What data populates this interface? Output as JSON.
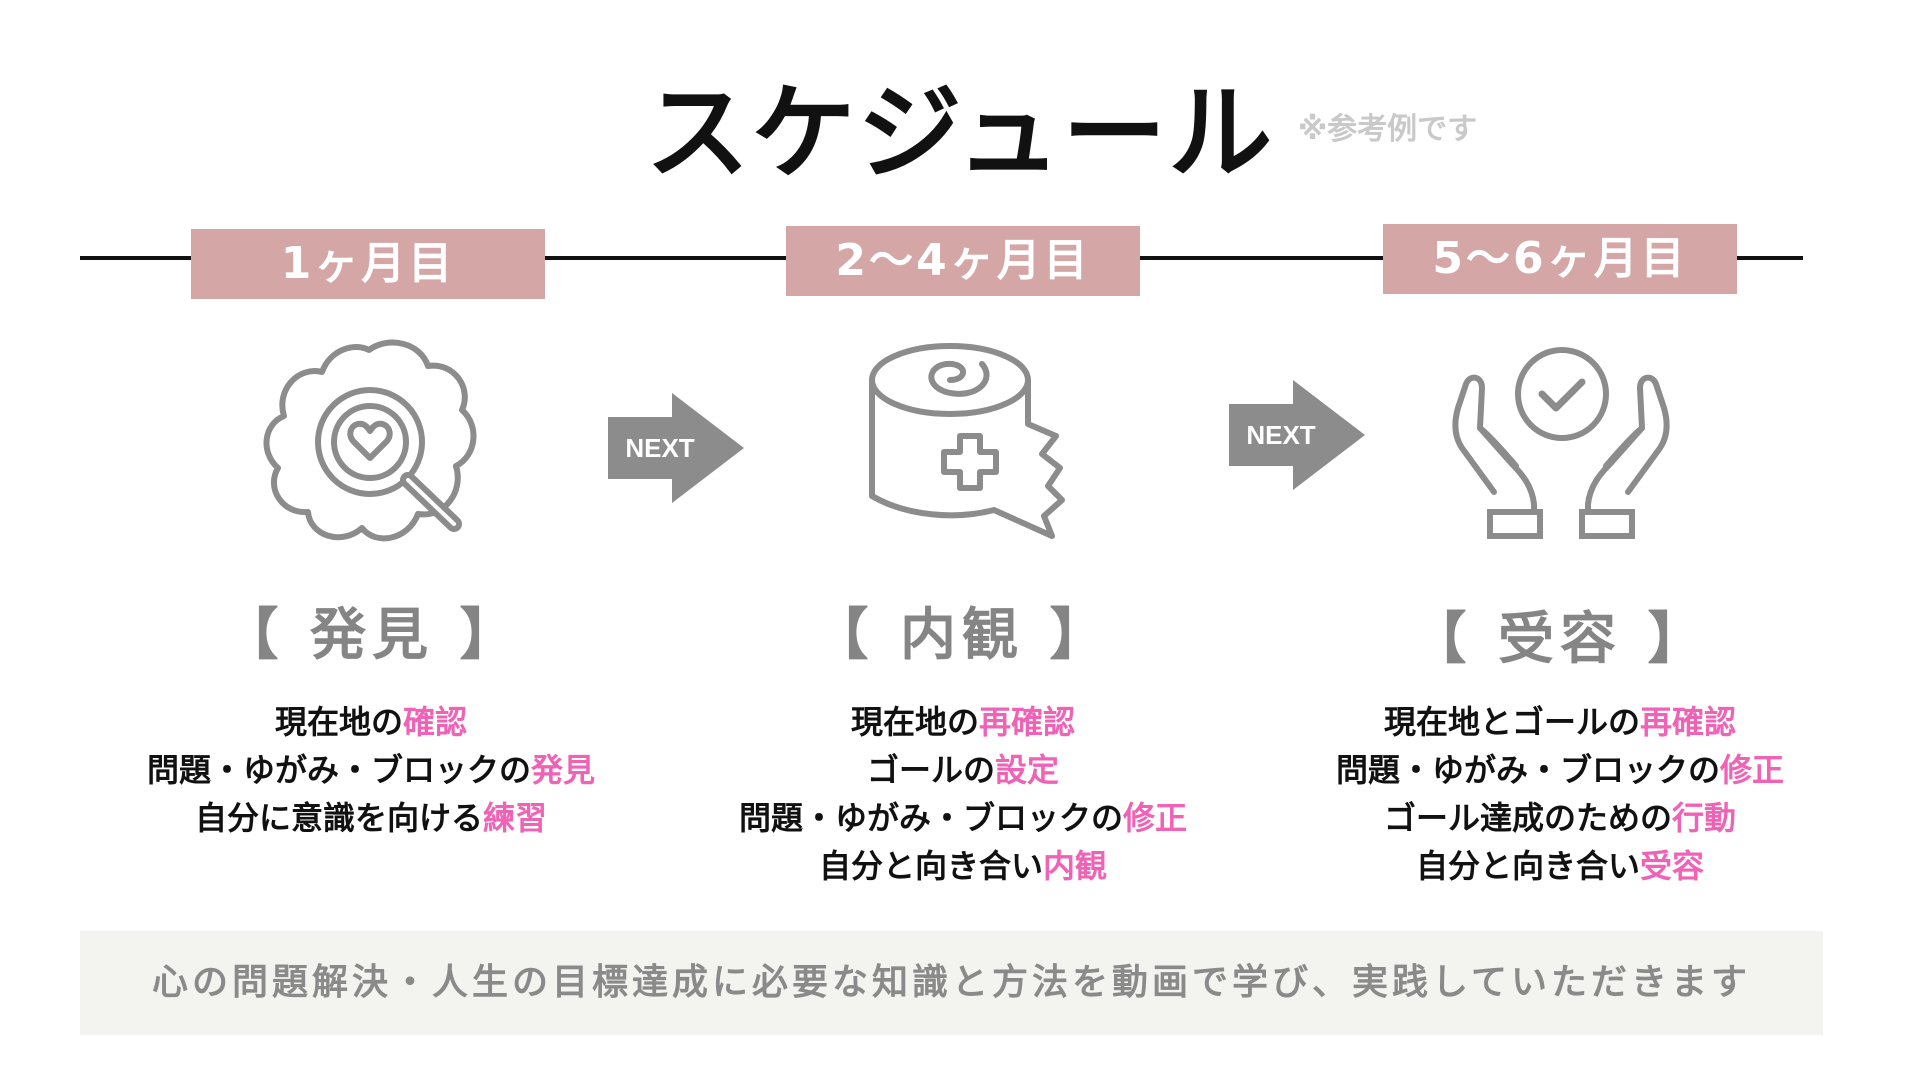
{
  "title": "スケジュール",
  "note": "※参考例です",
  "next_label": "NEXT",
  "colors": {
    "accent_pink": "#f062b6",
    "month_bg": "#d4a7a6",
    "icon_gray": "#8c8c8c",
    "footer_bg": "#f3f4ef"
  },
  "stages": [
    {
      "month": "1ヶ月目",
      "icon": "magnifier-heart-cloud-icon",
      "phase": "【 発見 】",
      "lines": [
        {
          "text": "現在地の",
          "highlight": "確認"
        },
        {
          "text": "問題・ゆがみ・ブロックの",
          "highlight": "発見"
        },
        {
          "text": "自分に意識を向ける",
          "highlight": "練習"
        }
      ]
    },
    {
      "month": "2〜4ヶ月目",
      "icon": "bandage-roll-icon",
      "phase": "【 内観 】",
      "lines": [
        {
          "text": "現在地の",
          "highlight": "再確認"
        },
        {
          "text": "ゴールの",
          "highlight": "設定"
        },
        {
          "text": "問題・ゆがみ・ブロックの",
          "highlight": "修正"
        },
        {
          "text": "自分と向き合い",
          "highlight": "内観"
        }
      ]
    },
    {
      "month": "5〜6ヶ月目",
      "icon": "hands-checkmark-icon",
      "phase": "【 受容 】",
      "lines": [
        {
          "text": "現在地とゴールの",
          "highlight": "再確認"
        },
        {
          "text": "問題・ゆがみ・ブロックの",
          "highlight": "修正"
        },
        {
          "text": "ゴール達成のための",
          "highlight": "行動"
        },
        {
          "text": "自分と向き合い",
          "highlight": "受容"
        }
      ]
    }
  ],
  "footer": "心の問題解決・人生の目標達成に必要な知識と方法を動画で学び、実践していただきます"
}
